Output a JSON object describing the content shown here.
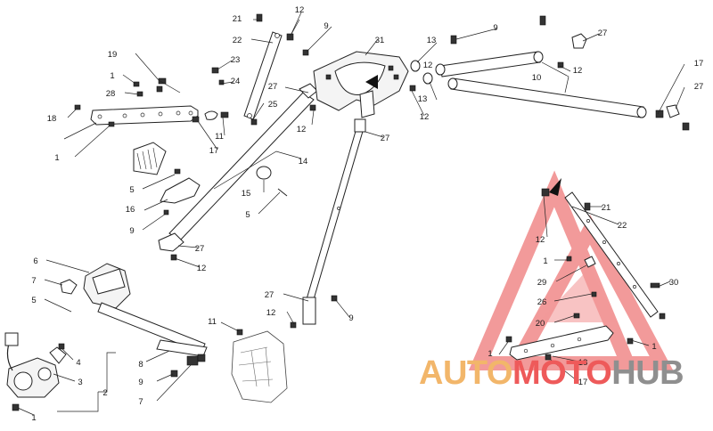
{
  "watermark": {
    "part1": "AUTO",
    "part2": "MOTO",
    "part3": "HUB",
    "color_triangle": "#e94848",
    "color_part1": "#f2b66a",
    "color_part2": "#ee5a5a",
    "color_part3": "#8f8f8f"
  },
  "callouts": {
    "c1": "21",
    "c2": "12",
    "c3": "9",
    "c4": "22",
    "c5": "31",
    "c6": "13",
    "c7": "9",
    "c8": "27",
    "c9": "19",
    "c10": "23",
    "c11": "1",
    "c12": "24",
    "c13": "12",
    "c14": "28",
    "c15": "27",
    "c16": "10",
    "c17": "12",
    "c18": "17",
    "c19": "25",
    "c20": "13",
    "c21": "27",
    "c22": "18",
    "c23": "11",
    "c24": "12",
    "c25": "1",
    "c26": "17",
    "c27": "12",
    "c28": "27",
    "c29": "14",
    "c30": "15",
    "c31": "5",
    "c32": "16",
    "c33": "5",
    "c34": "9",
    "c35": "27",
    "c36": "12",
    "c37": "21",
    "c38": "22",
    "c39": "12",
    "c40": "6",
    "c41": "1",
    "c42": "7",
    "c43": "29",
    "c44": "30",
    "c45": "5",
    "c46": "27",
    "c47": "26",
    "c48": "12",
    "c49": "9",
    "c50": "20",
    "c51": "11",
    "c52": "1",
    "c53": "8",
    "c54": "4",
    "c55": "1",
    "c56": "18",
    "c57": "9",
    "c58": "3",
    "c59": "17",
    "c60": "2",
    "c61": "7",
    "c62": "1"
  }
}
